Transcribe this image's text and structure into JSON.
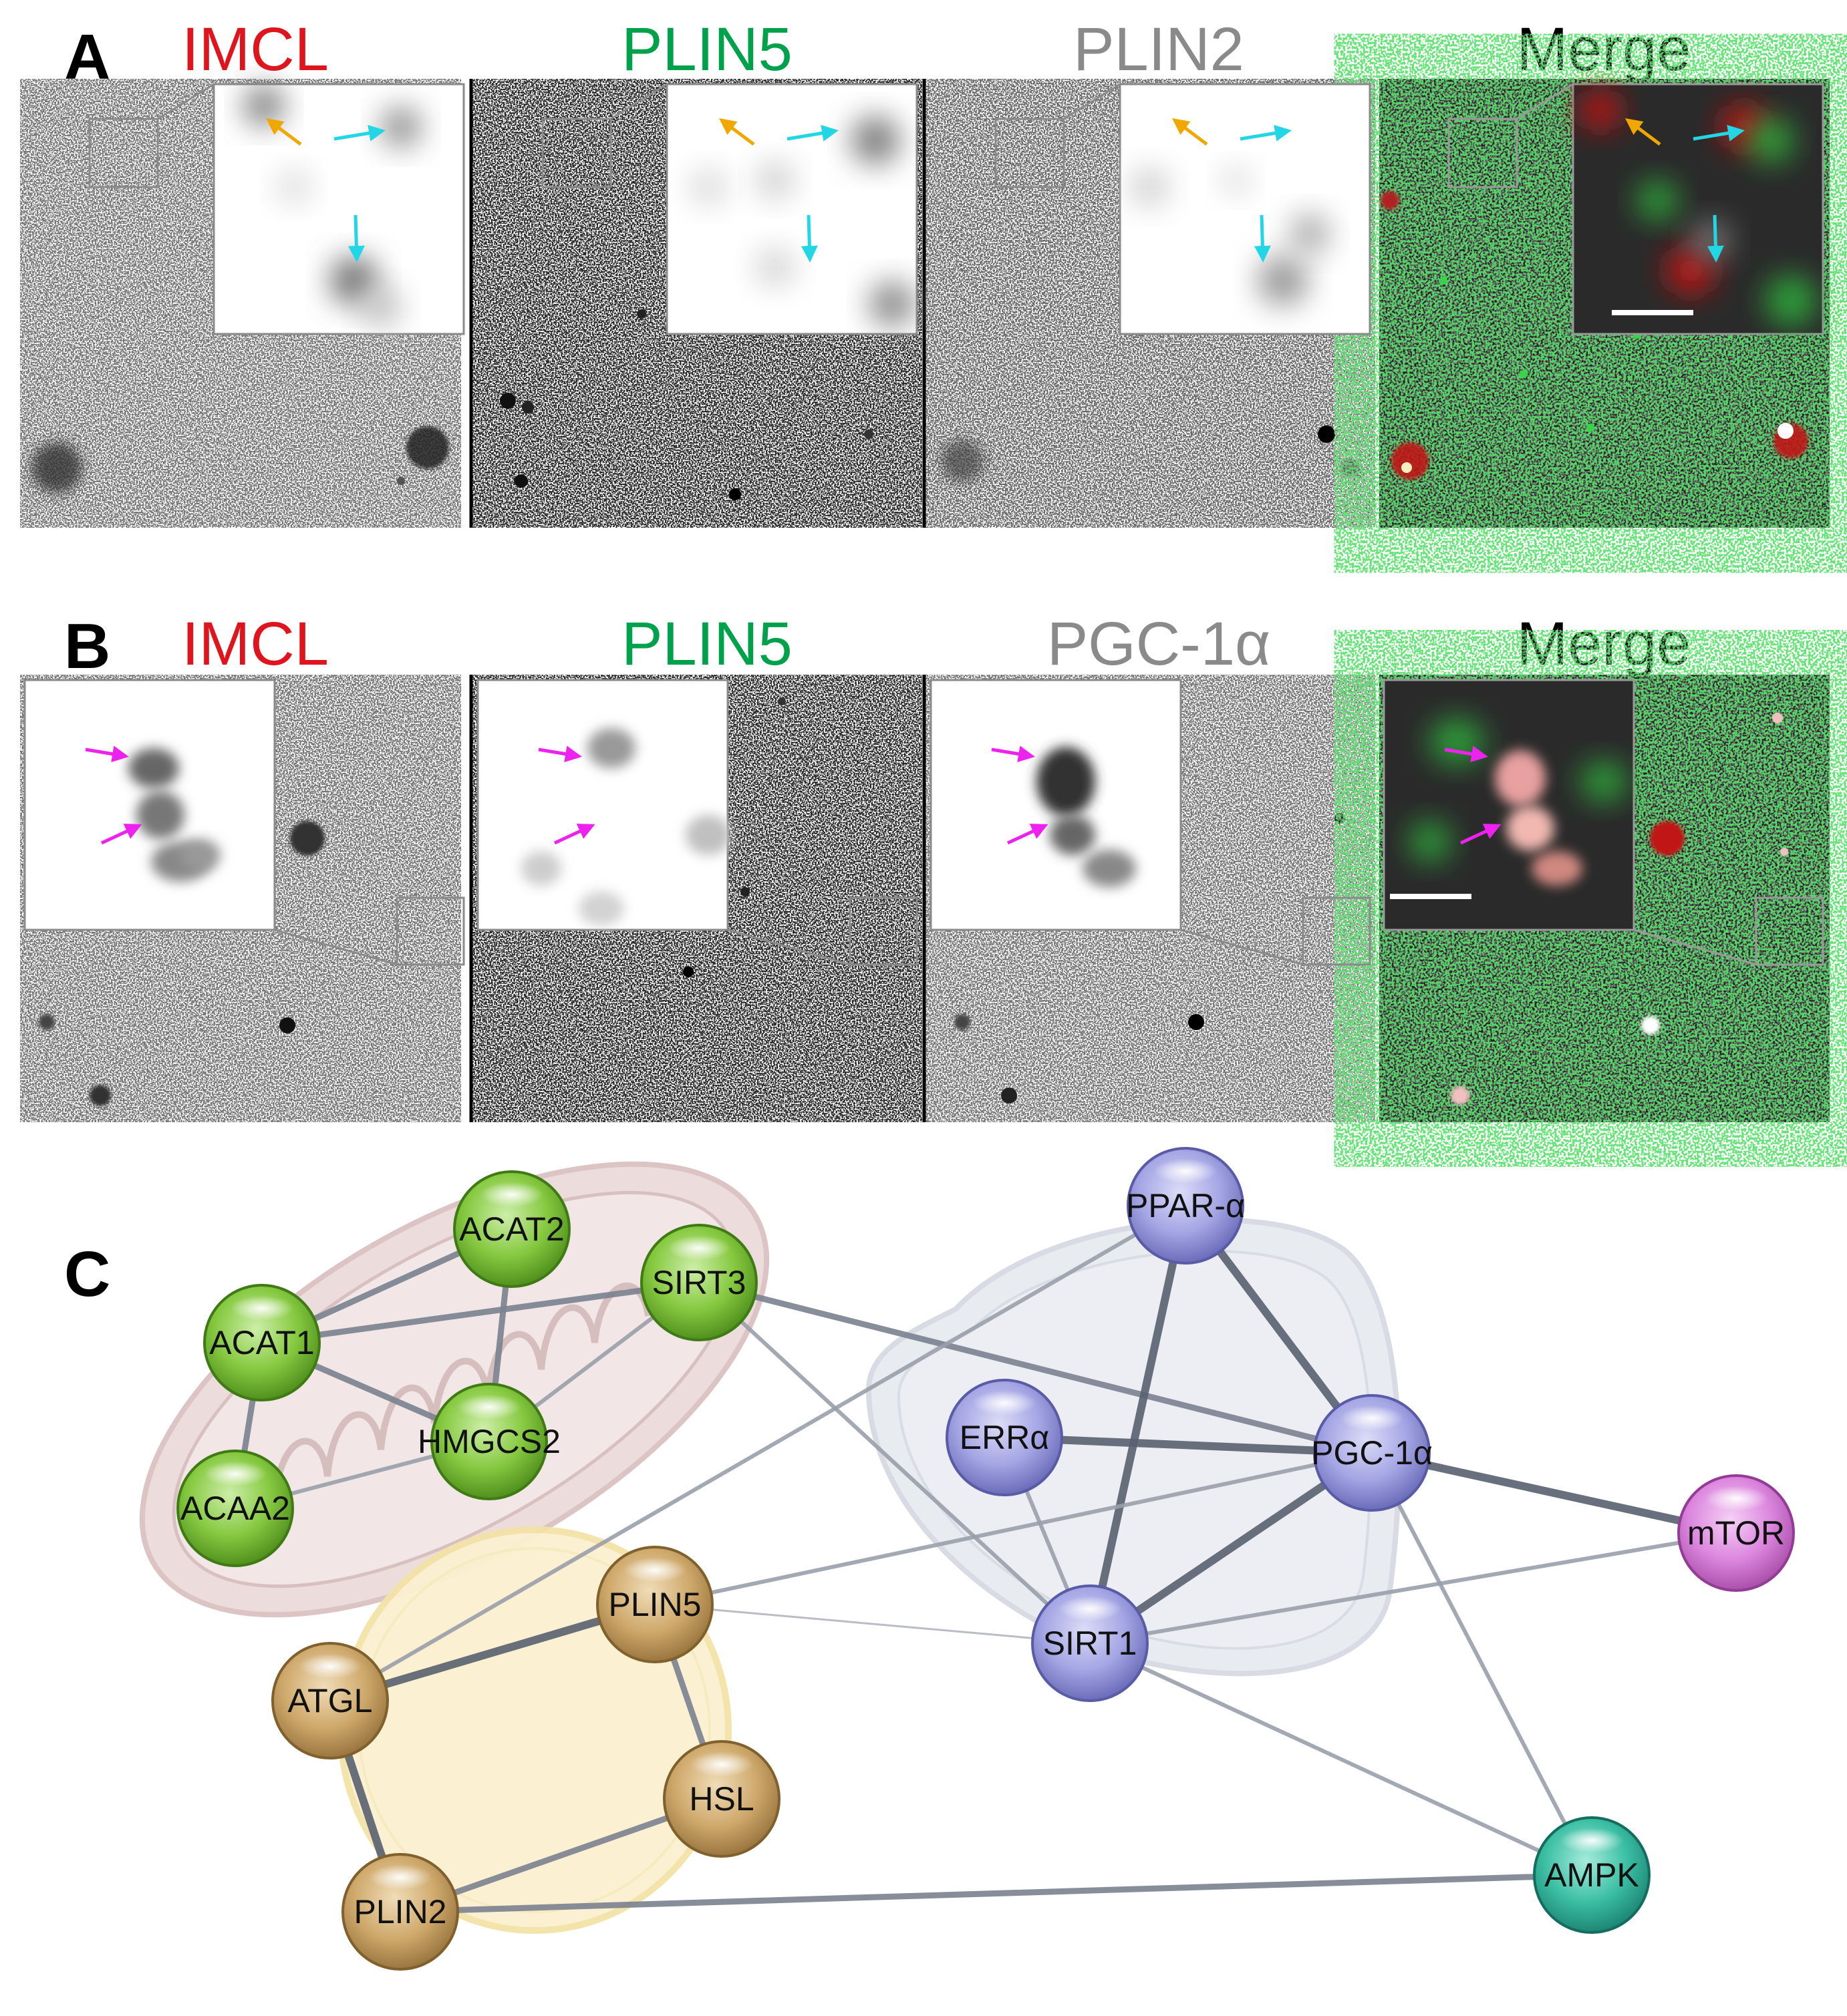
{
  "figure": {
    "colors": {
      "red": "#e0141c",
      "green": "#00a14b",
      "gray": "#8a8a8a",
      "black": "#000000",
      "orange_arrow": "#f0a800",
      "cyan_arrow": "#22d6e6",
      "magenta_arrow": "#ee22ee"
    },
    "panel_a": {
      "letter": "A",
      "channels": [
        {
          "title": "IMCL",
          "color": "#e0141c"
        },
        {
          "title": "PLIN5",
          "color": "#00a14b"
        },
        {
          "title": "PLIN2",
          "color": "#8a8a8a"
        },
        {
          "title": "Merge",
          "color": "#000000"
        }
      ]
    },
    "panel_b": {
      "letter": "B",
      "channels": [
        {
          "title": "IMCL",
          "color": "#e0141c"
        },
        {
          "title": "PLIN5",
          "color": "#00a14b"
        },
        {
          "title": "PGC-1α",
          "color": "#8a8a8a"
        },
        {
          "title": "Merge",
          "color": "#000000"
        }
      ]
    },
    "panel_c": {
      "letter": "C",
      "nodes": [
        {
          "id": "ACAT2",
          "label": "ACAT2",
          "group": "green"
        },
        {
          "id": "SIRT3",
          "label": "SIRT3",
          "group": "green"
        },
        {
          "id": "ACAT1",
          "label": "ACAT1",
          "group": "green"
        },
        {
          "id": "HMGCS2",
          "label": "HMGCS2",
          "group": "green"
        },
        {
          "id": "ACAA2",
          "label": "ACAA2",
          "group": "green"
        },
        {
          "id": "PPARA",
          "label": "PPAR-α",
          "group": "blue"
        },
        {
          "id": "ERRA",
          "label": "ERRα",
          "group": "blue"
        },
        {
          "id": "PGC1A",
          "label": "PGC-1α",
          "group": "blue"
        },
        {
          "id": "SIRT1",
          "label": "SIRT1",
          "group": "blue"
        },
        {
          "id": "MTOR",
          "label": "mTOR",
          "group": "purple"
        },
        {
          "id": "PLIN5",
          "label": "PLIN5",
          "group": "tan"
        },
        {
          "id": "ATGL",
          "label": "ATGL",
          "group": "tan"
        },
        {
          "id": "HSL",
          "label": "HSL",
          "group": "tan"
        },
        {
          "id": "PLIN2",
          "label": "PLIN2",
          "group": "tan"
        },
        {
          "id": "AMPK",
          "label": "AMPK",
          "group": "teal"
        }
      ],
      "edges": [
        {
          "from": "ACAT1",
          "to": "ACAT2",
          "strength": "medium"
        },
        {
          "from": "ACAT1",
          "to": "SIRT3",
          "strength": "medium"
        },
        {
          "from": "ACAT1",
          "to": "HMGCS2",
          "strength": "medium"
        },
        {
          "from": "ACAT1",
          "to": "ACAA2",
          "strength": "medium"
        },
        {
          "from": "ACAT2",
          "to": "HMGCS2",
          "strength": "medium"
        },
        {
          "from": "ACAA2",
          "to": "HMGCS2",
          "strength": "weak"
        },
        {
          "from": "HMGCS2",
          "to": "SIRT3",
          "strength": "weak"
        },
        {
          "from": "SIRT3",
          "to": "PGC1A",
          "strength": "medium"
        },
        {
          "from": "SIRT3",
          "to": "SIRT1",
          "strength": "weak"
        },
        {
          "from": "PPARA",
          "to": "PGC1A",
          "strength": "strong"
        },
        {
          "from": "PPARA",
          "to": "SIRT1",
          "strength": "strong"
        },
        {
          "from": "PPARA",
          "to": "ATGL",
          "strength": "weak"
        },
        {
          "from": "ERRA",
          "to": "PGC1A",
          "strength": "strong"
        },
        {
          "from": "ERRA",
          "to": "SIRT1",
          "strength": "weak"
        },
        {
          "from": "PGC1A",
          "to": "SIRT1",
          "strength": "strong"
        },
        {
          "from": "PGC1A",
          "to": "MTOR",
          "strength": "strong"
        },
        {
          "from": "PGC1A",
          "to": "PLIN5",
          "strength": "weak"
        },
        {
          "from": "PGC1A",
          "to": "AMPK",
          "strength": "weak"
        },
        {
          "from": "SIRT1",
          "to": "MTOR",
          "strength": "weak"
        },
        {
          "from": "SIRT1",
          "to": "AMPK",
          "strength": "weak"
        },
        {
          "from": "PLIN5",
          "to": "SIRT1",
          "strength": "thin"
        },
        {
          "from": "PLIN5",
          "to": "ATGL",
          "strength": "strong"
        },
        {
          "from": "PLIN5",
          "to": "HSL",
          "strength": "medium"
        },
        {
          "from": "ATGL",
          "to": "PLIN2",
          "strength": "strong"
        },
        {
          "from": "HSL",
          "to": "PLIN2",
          "strength": "medium"
        },
        {
          "from": "PLIN2",
          "to": "AMPK",
          "strength": "medium"
        }
      ],
      "group_colors": {
        "green": "#7ec63a",
        "blue": "#9a9be0",
        "purple": "#d679d8",
        "tan": "#caa46a",
        "teal": "#2fb59c"
      }
    }
  }
}
